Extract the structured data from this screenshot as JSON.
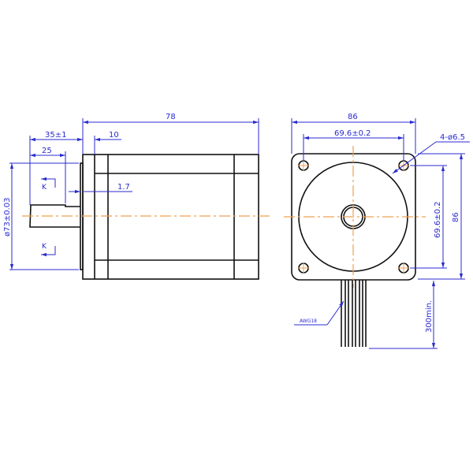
{
  "side_view": {
    "length": "78",
    "shaft_total": "35±1",
    "flange_depth": "10",
    "shaft_flat": "25",
    "boss_height": "1.7",
    "pilot_diameter": "ø73±0.03",
    "section_label_top": "K",
    "section_label_bottom": "K"
  },
  "front_view": {
    "width": "86",
    "hole_spacing_h": "69.6±0.2",
    "holes": "4-ø6.5",
    "hole_spacing_v": "69.6±0.2",
    "height": "86",
    "lead_length": "300min.",
    "wire_gauge": "AWG18"
  },
  "colors": {
    "outline": "#111111",
    "dimension": "#2b2bd0",
    "centerline": "#f0a050"
  }
}
